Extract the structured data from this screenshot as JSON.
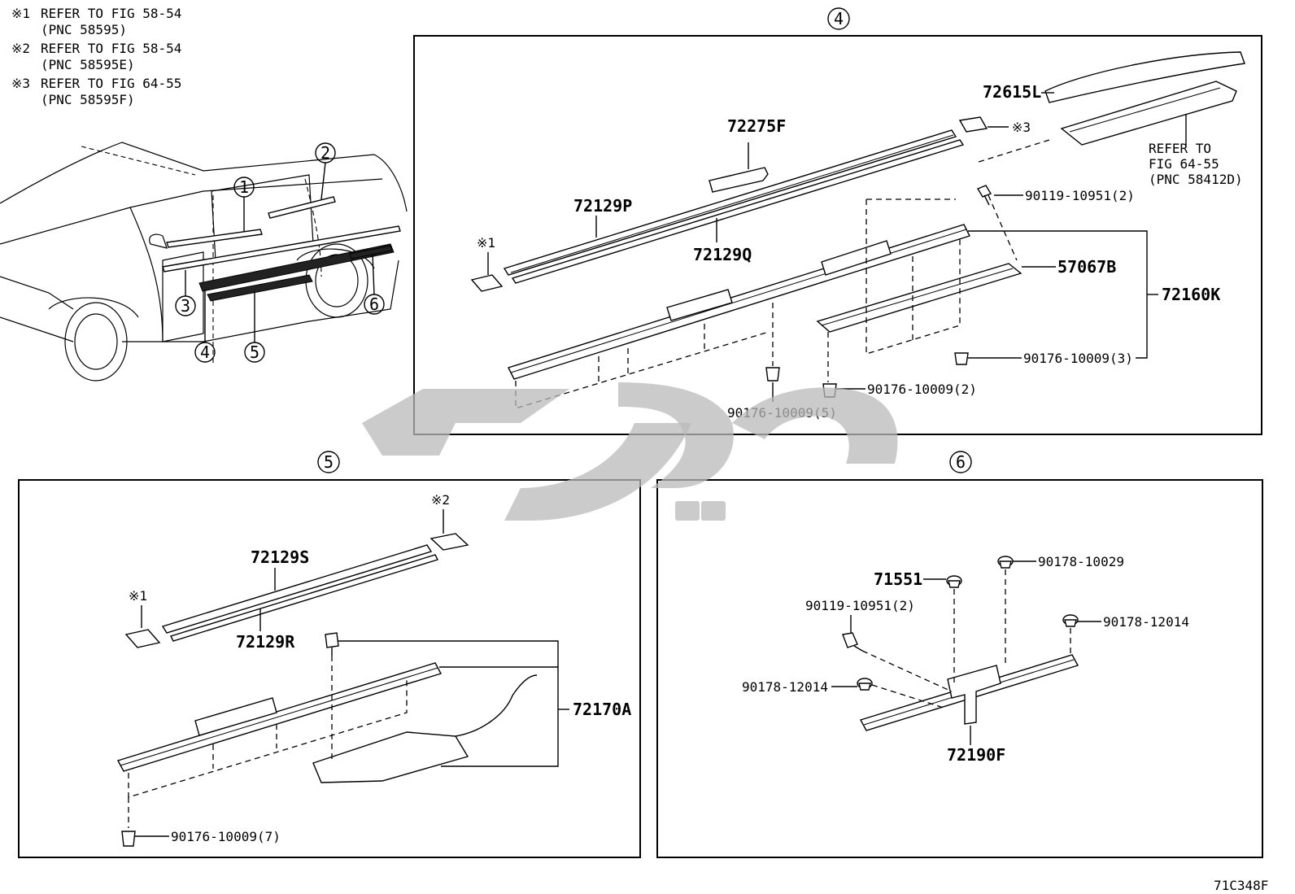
{
  "notes": [
    {
      "mark": "※1",
      "line1": "REFER TO FIG 58-54",
      "line2": "(PNC 58595)"
    },
    {
      "mark": "※2",
      "line1": "REFER TO FIG 58-54",
      "line2": "(PNC 58595E)"
    },
    {
      "mark": "※3",
      "line1": "REFER TO FIG 64-55",
      "line2": "(PNC 58595F)"
    }
  ],
  "overview": {
    "callouts": [
      "1",
      "2",
      "3",
      "4",
      "5",
      "6"
    ]
  },
  "section4": {
    "number": "4",
    "labels": {
      "p72275F": "72275F",
      "p72129P": "72129P",
      "p72129Q": "72129Q",
      "p72615L": "72615L",
      "ref_mark_3": "※3",
      "ref_mark_1": "※1",
      "refer_line1": "REFER TO",
      "refer_line2": "FIG 64-55",
      "refer_line3": "(PNC 58412D)",
      "c90119": "90119-10951(2)",
      "p57067B": "57067B",
      "p72160K": "72160K",
      "c90176_3": "90176-10009(3)",
      "c90176_2": "90176-10009(2)",
      "c90176_5": "90176-10009(5)"
    }
  },
  "section5": {
    "number": "5",
    "labels": {
      "ref_mark_2": "※2",
      "ref_mark_1": "※1",
      "p72129S": "72129S",
      "p72129R": "72129R",
      "p72170A": "72170A",
      "c90176_7": "90176-10009(7)"
    }
  },
  "section6": {
    "number": "6",
    "labels": {
      "p71551": "71551",
      "c90178_10029": "90178-10029",
      "c90119": "90119-10951(2)",
      "c90178_12014a": "90178-12014",
      "c90178_12014b": "90178-12014",
      "p72190F": "72190F"
    }
  },
  "footer": {
    "code": "71C348F"
  }
}
